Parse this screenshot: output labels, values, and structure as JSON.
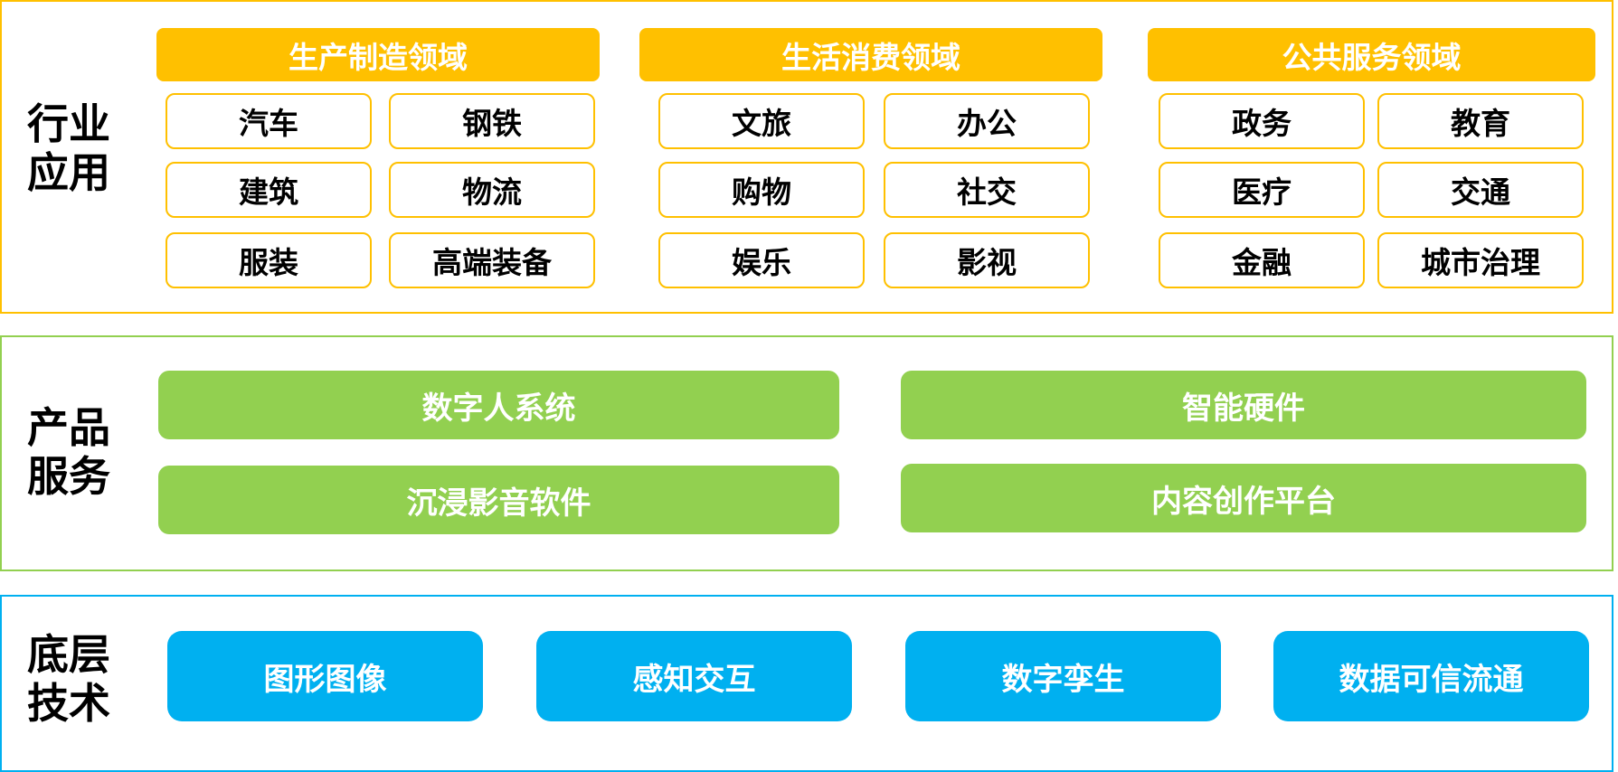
{
  "colors": {
    "industry": "#FFC000",
    "product": "#92D050",
    "tech": "#00B0F0"
  },
  "industry": {
    "label": "行业应用",
    "groups": [
      {
        "title": "生产制造领域",
        "items": [
          "汽车",
          "钢铁",
          "建筑",
          "物流",
          "服装",
          "高端装备"
        ]
      },
      {
        "title": "生活消费领域",
        "items": [
          "文旅",
          "办公",
          "购物",
          "社交",
          "娱乐",
          "影视"
        ]
      },
      {
        "title": "公共服务领域",
        "items": [
          "政务",
          "教育",
          "医疗",
          "交通",
          "金融",
          "城市治理"
        ]
      }
    ]
  },
  "product": {
    "label": "产品服务",
    "items": [
      "数字人系统",
      "智能硬件",
      "沉浸影音软件",
      "内容创作平台"
    ]
  },
  "tech": {
    "label": "底层技术",
    "items": [
      "图形图像",
      "感知交互",
      "数字孪生",
      "数据可信流通"
    ]
  }
}
